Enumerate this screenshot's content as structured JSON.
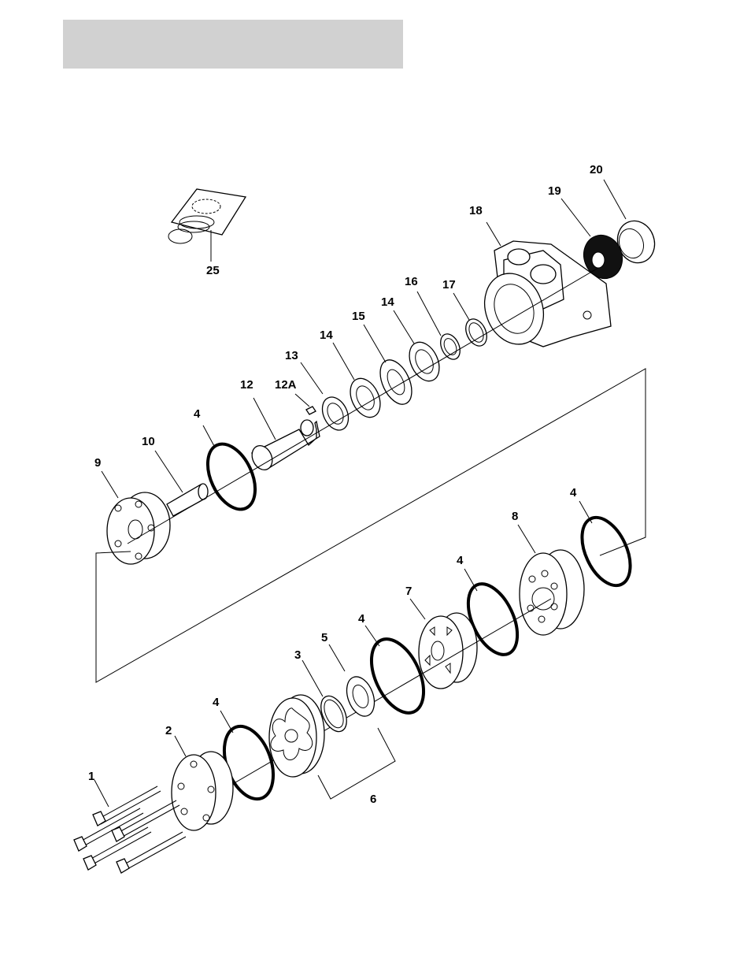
{
  "header": {
    "title": ""
  },
  "colors": {
    "background": "#ffffff",
    "title_bar": "#d1d1d1",
    "line": "#000000"
  },
  "callouts": [
    {
      "id": "25",
      "text": "25"
    },
    {
      "id": "20",
      "text": "20"
    },
    {
      "id": "19",
      "text": "19"
    },
    {
      "id": "18",
      "text": "18"
    },
    {
      "id": "16",
      "text": "16"
    },
    {
      "id": "17",
      "text": "17"
    },
    {
      "id": "14a",
      "text": "14"
    },
    {
      "id": "15",
      "text": "15"
    },
    {
      "id": "14b",
      "text": "14"
    },
    {
      "id": "13",
      "text": "13"
    },
    {
      "id": "12",
      "text": "12"
    },
    {
      "id": "12A",
      "text": "12A"
    },
    {
      "id": "4a",
      "text": "4"
    },
    {
      "id": "10",
      "text": "10"
    },
    {
      "id": "9",
      "text": "9"
    },
    {
      "id": "4b",
      "text": "4"
    },
    {
      "id": "8",
      "text": "8"
    },
    {
      "id": "4c",
      "text": "4"
    },
    {
      "id": "7",
      "text": "7"
    },
    {
      "id": "4d",
      "text": "4"
    },
    {
      "id": "5",
      "text": "5"
    },
    {
      "id": "3",
      "text": "3"
    },
    {
      "id": "4e",
      "text": "4"
    },
    {
      "id": "2",
      "text": "2"
    },
    {
      "id": "1",
      "text": "1"
    },
    {
      "id": "6",
      "text": "6"
    }
  ]
}
